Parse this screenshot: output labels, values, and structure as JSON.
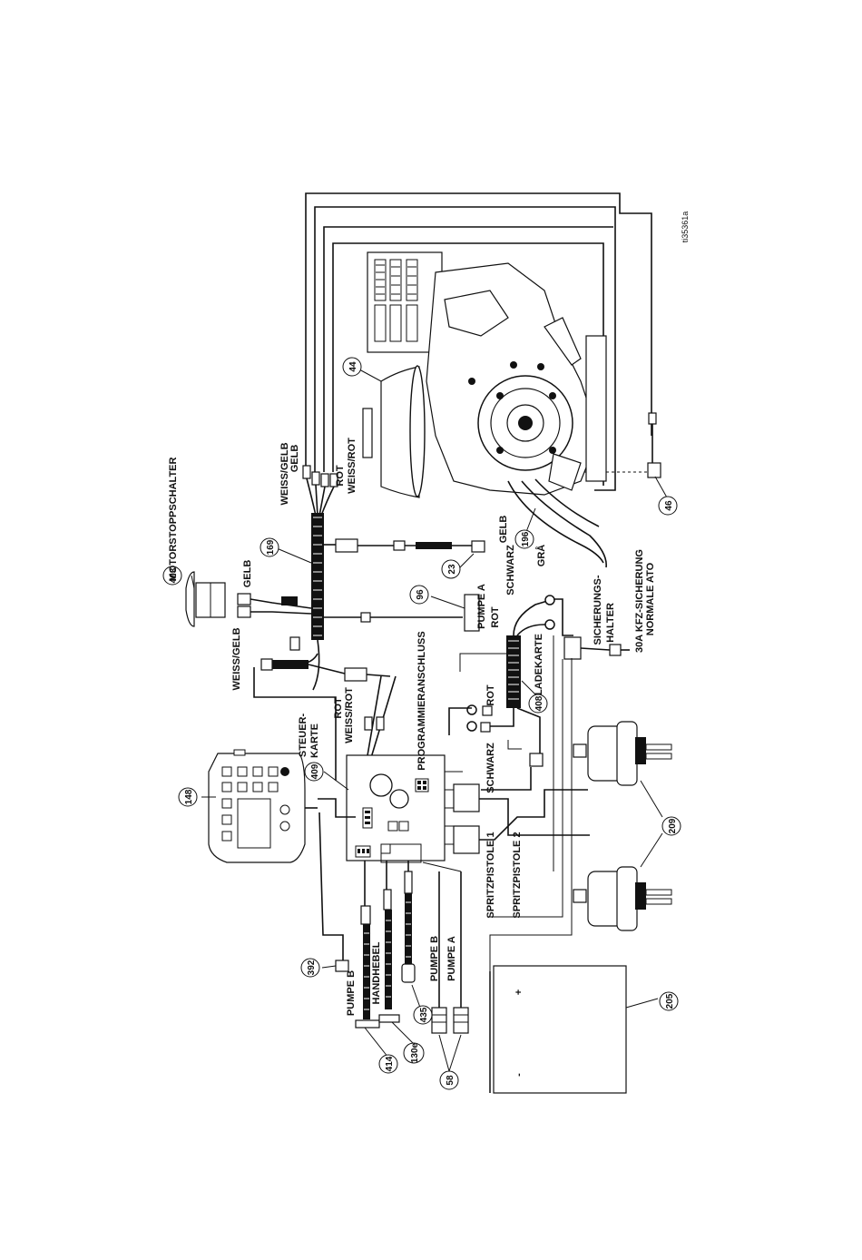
{
  "reference_id": "ti35361a",
  "callouts": {
    "c44": "44",
    "c46": "46",
    "c23": "23",
    "c96": "96",
    "c148": "148",
    "c169": "169",
    "c196": "196",
    "c205": "205",
    "c209": "209",
    "c392": "392",
    "c403": "403",
    "c408": "408",
    "c409": "409",
    "c414": "414",
    "c435": "435",
    "c130e": "130e",
    "c58": "58"
  },
  "labels": {
    "motorstoppschalter": "MOTORSTOPPSCHALTER",
    "gelb_stop": "GELB",
    "weiss_gelb_stop": "WEISS/GELB",
    "weiss_gelb_top": "WEISS/GELB",
    "gelb_top": "GELB",
    "rot_top": "ROT",
    "weiss_rot_top": "WEISS/ROT",
    "rot_mid": "ROT",
    "weiss_rot_mid": "WEISS/ROT",
    "programmieranschluss": "PROGRAMMIERANSCHLUSS",
    "steuerkarte_1": "STEUER-",
    "steuerkarte_2": "KARTE",
    "pumpe_a_top": "PUMPE A",
    "rot_pumpe": "ROT",
    "schwarz_top": "SCHWARZ",
    "ladekarte": "LADEKARTE",
    "rot_lade": "ROT",
    "schwarz_lade": "SCHWARZ",
    "gelb_motor": "GELB",
    "gra": "GRÅ",
    "sicherungshalter_1": "SICHERUNGS-",
    "sicherungshalter_2": "HALTER",
    "kfz_1": "30A KFZ-SICHERUNG",
    "kfz_2": "NORMALE ATO",
    "spritzpistole_1": "SPRITZPISTOLE 1",
    "spritzpistole_2": "SPRITZPISTOLE 2",
    "pumpe_b_left": "PUMPE B",
    "handhebel": "HANDHEBEL",
    "pumpe_b_low": "PUMPE B",
    "pumpe_a_low": "PUMPE A",
    "battery_plus": "+",
    "battery_minus": "-"
  }
}
